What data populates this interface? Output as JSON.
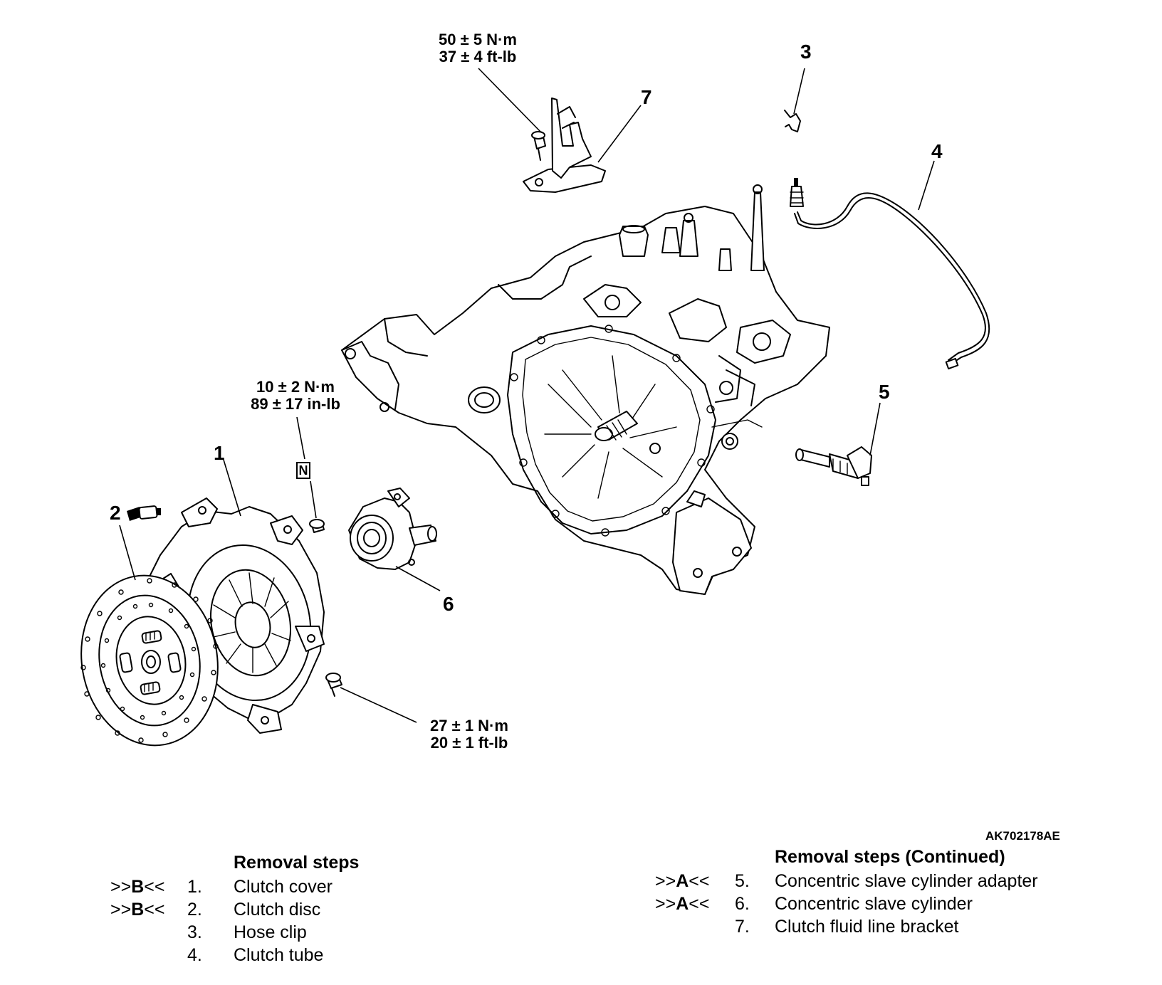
{
  "diagram": {
    "image_code": "AK702178AE",
    "torque_specs": {
      "bracket_bolt": {
        "metric": "50 ± 5 N·m",
        "imperial": "37 ± 4 ft-lb"
      },
      "slave_cylinder_bolt": {
        "metric": "10 ± 2 N·m",
        "imperial": "89 ± 17 in-lb"
      },
      "clutch_cover_bolt": {
        "metric": "27 ± 1 N·m",
        "imperial": "20 ± 1 ft-lb"
      }
    },
    "new_part_symbol": "N",
    "callouts": {
      "c1": "1",
      "c2": "2",
      "c3": "3",
      "c4": "4",
      "c5": "5",
      "c6": "6",
      "c7": "7"
    }
  },
  "removal_steps": {
    "heading": "Removal steps",
    "heading_continued": "Removal steps (Continued)",
    "left": [
      {
        "marker_pre": ">>",
        "marker_letter": "B",
        "marker_post": "<<",
        "num": "1.",
        "label": "Clutch cover"
      },
      {
        "marker_pre": ">>",
        "marker_letter": "B",
        "marker_post": "<<",
        "num": "2.",
        "label": "Clutch disc"
      },
      {
        "marker_pre": "",
        "marker_letter": "",
        "marker_post": "",
        "num": "3.",
        "label": "Hose clip"
      },
      {
        "marker_pre": "",
        "marker_letter": "",
        "marker_post": "",
        "num": "4.",
        "label": "Clutch tube"
      }
    ],
    "right": [
      {
        "marker_pre": ">>",
        "marker_letter": "A",
        "marker_post": "<<",
        "num": "5.",
        "label": "Concentric slave cylinder adapter"
      },
      {
        "marker_pre": ">>",
        "marker_letter": "A",
        "marker_post": "<<",
        "num": "6.",
        "label": "Concentric slave cylinder"
      },
      {
        "marker_pre": "",
        "marker_letter": "",
        "marker_post": "",
        "num": "7.",
        "label": "Clutch fluid line bracket"
      }
    ]
  }
}
